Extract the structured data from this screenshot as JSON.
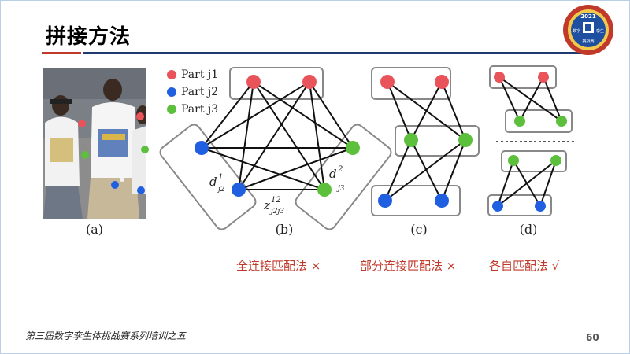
{
  "title": "拼接方法",
  "logo": {
    "year": "2021",
    "text_left": "数字",
    "text_right": "孪生",
    "text_bottom": "挑战赛"
  },
  "legend": [
    {
      "label": "Part j1",
      "color": "#e8545a"
    },
    {
      "label": "Part j2",
      "color": "#2060e0"
    },
    {
      "label": "Part j3",
      "color": "#5cc03c"
    }
  ],
  "captions": {
    "a": "(a)",
    "b": "(b)",
    "c": "(c)",
    "d": "(d)"
  },
  "labels_b": {
    "d1": "d",
    "d1_sup": "1",
    "d1_sub": "j2",
    "d2": "d",
    "d2_sup": "2",
    "d2_sub": "j3",
    "z": "z",
    "z_sup": "12",
    "z_sub": "j2j3"
  },
  "methods": [
    {
      "text": "全连接匹配法 ×"
    },
    {
      "text": "部分连接匹配法 ×"
    },
    {
      "text": "各自匹配法 √"
    }
  ],
  "footer": "第三届数字孪生体挑战赛系列培训之五",
  "page_number": "60",
  "colors": {
    "red": "#e8545a",
    "blue": "#2060e0",
    "green": "#5cc03c",
    "method_text": "#c0392b",
    "accent_red": "#c0392b",
    "accent_blue": "#1f3a6e"
  }
}
